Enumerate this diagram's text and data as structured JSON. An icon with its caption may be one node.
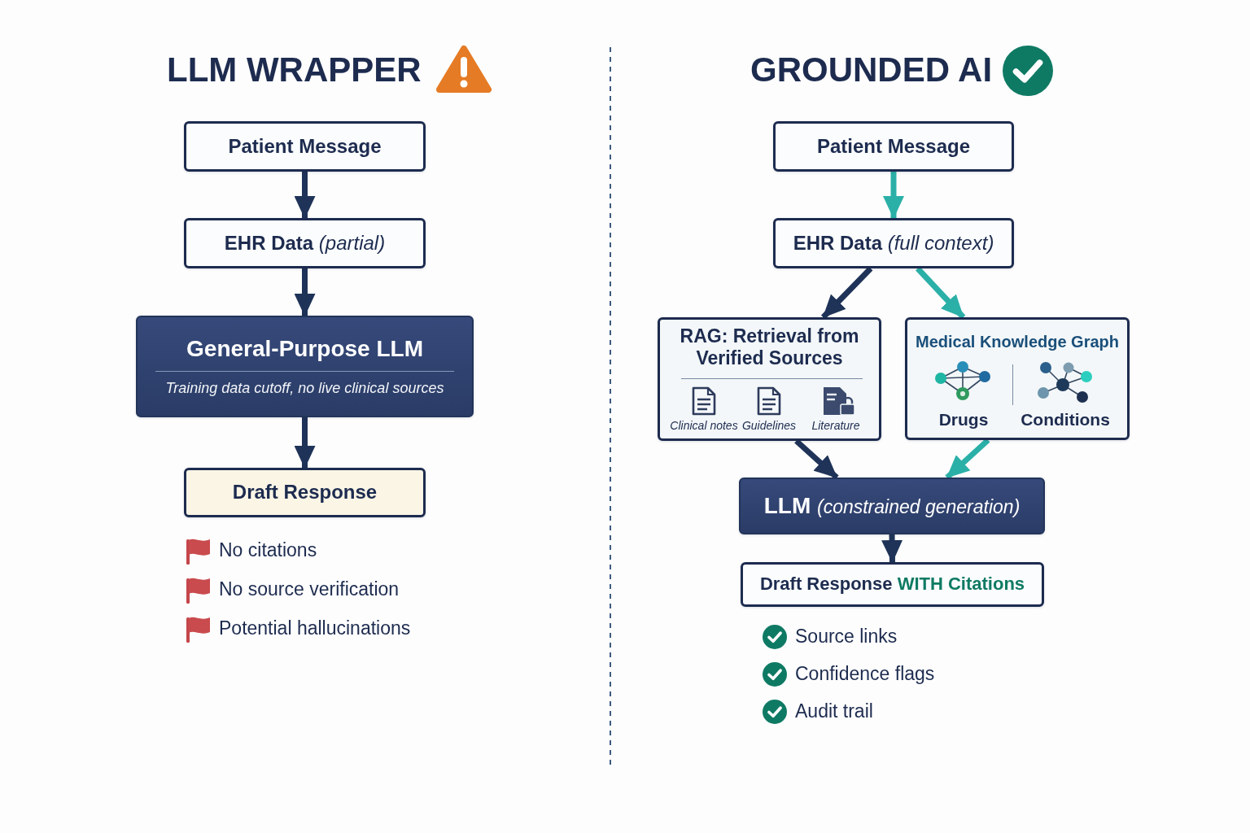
{
  "diagram": {
    "nodes": [
      {
        "text": [
          "Patient Message"
        ]
      },
      {
        "text": [
          "EHR Data *(partial)*"
        ]
      },
      {
        "text": [
          "General-Purpose LLM",
          "Training data cutoff, no live clinical sources"
        ]
      },
      {
        "text": [
          "Draft Response"
        ]
      },
      {
        "text": [
          "Patient Message"
        ]
      },
      {
        "text": [
          "EHR Data *(full context)*"
        ]
      },
      {
        "text": [
          "RAG: Retrieval from Verified Sources",
          "Clinical notes",
          "Guidelines",
          "Literature"
        ]
      },
      {
        "text": [
          "Medical Knowledge Graph",
          "Drugs",
          "Conditions"
        ]
      },
      {
        "text": [
          "LLM *(constrained generation)*"
        ]
      },
      {
        "text": [
          "Draft Response **WITH Citations**"
        ]
      }
    ],
    "edges": [
      {
        "from": 0,
        "to": 1,
        "arrow": "to"
      },
      {
        "from": 1,
        "to": 2,
        "arrow": "to"
      },
      {
        "from": 2,
        "to": 3,
        "arrow": "to"
      },
      {
        "from": 4,
        "to": 5,
        "arrow": "to",
        "color": "#2bb0a8"
      },
      {
        "from": 5,
        "to": 6,
        "arrow": "to"
      },
      {
        "from": 5,
        "to": 7,
        "arrow": "to",
        "color": "#2bb0a8"
      },
      {
        "from": 6,
        "to": 8,
        "arrow": "to"
      },
      {
        "from": 7,
        "to": 8,
        "arrow": "to",
        "color": "#2bb0a8"
      },
      {
        "from": 8,
        "to": 9,
        "arrow": "to"
      }
    ],
    "labels": [
      "LLM WRAPPER",
      "GROUNDED AI",
      "No citations",
      "No source verification",
      "Potential hallucinations",
      "Source links",
      "Confidence flags",
      "Audit trail"
    ]
  }
}
